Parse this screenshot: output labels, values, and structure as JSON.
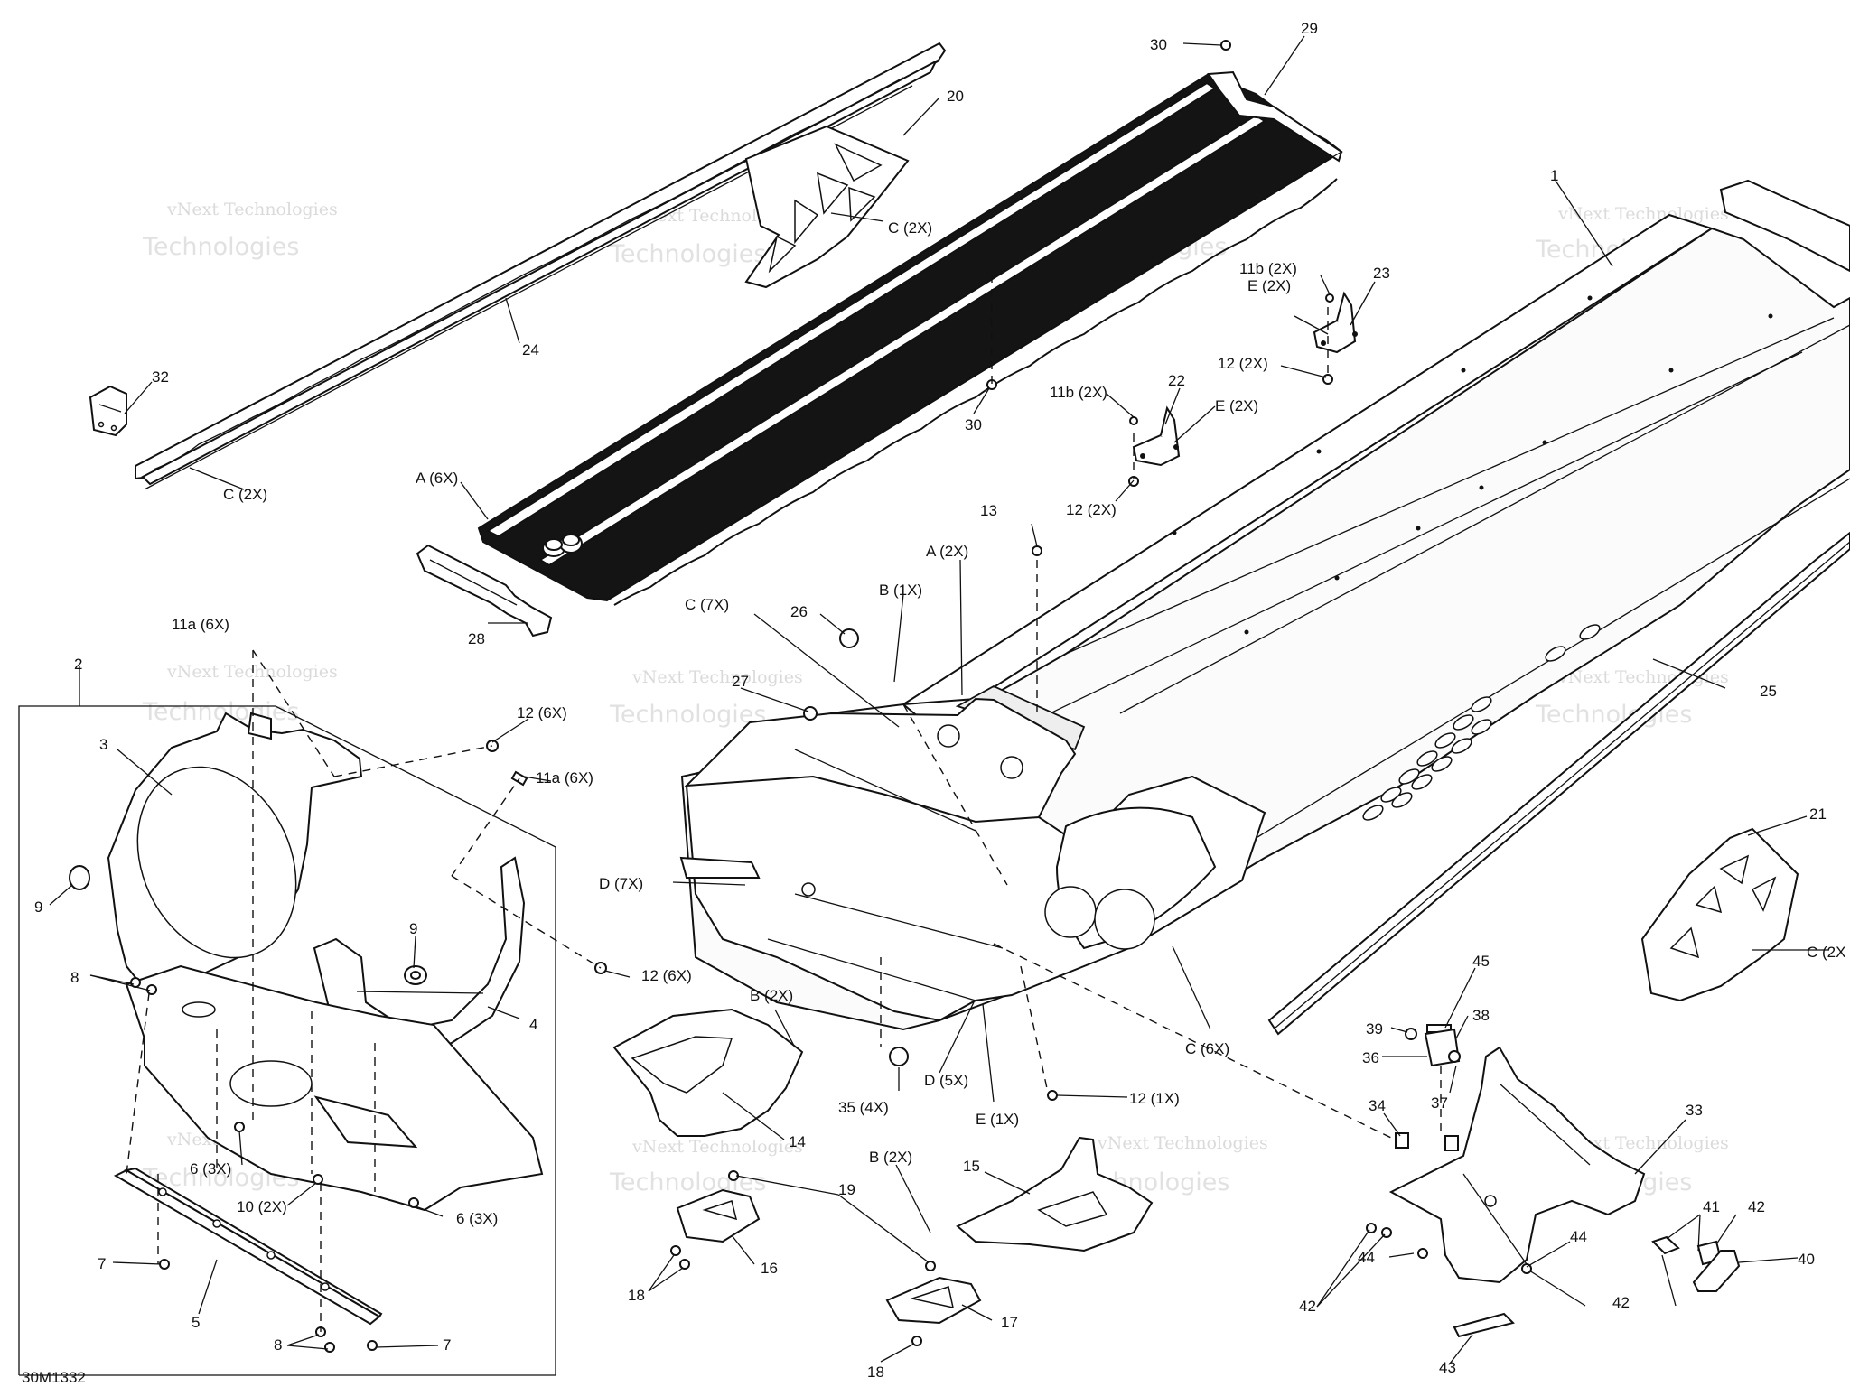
{
  "diagram_code": "30M1332",
  "watermark": {
    "line1": "vNext Technologies",
    "line2": "Technologies",
    "line3": "vNext"
  },
  "callouts": [
    {
      "id": "c30a",
      "text": "30"
    },
    {
      "id": "c29",
      "text": "29"
    },
    {
      "id": "c20",
      "text": "20"
    },
    {
      "id": "c20c",
      "text": "C (2X)"
    },
    {
      "id": "c1",
      "text": "1"
    },
    {
      "id": "c11b1",
      "text": "11b (2X)"
    },
    {
      "id": "c23",
      "text": "23"
    },
    {
      "id": "cE1",
      "text": "E (2X)"
    },
    {
      "id": "c12a",
      "text": "12 (2X)"
    },
    {
      "id": "c32",
      "text": "32"
    },
    {
      "id": "c24",
      "text": "24"
    },
    {
      "id": "c24c",
      "text": "C (2X)"
    },
    {
      "id": "c30b",
      "text": "30"
    },
    {
      "id": "c11b2",
      "text": "11b (2X)"
    },
    {
      "id": "c22",
      "text": "22"
    },
    {
      "id": "cE2",
      "text": "E (2X)"
    },
    {
      "id": "c12b",
      "text": "12 (2X)"
    },
    {
      "id": "cA6",
      "text": "A (6X)"
    },
    {
      "id": "c13",
      "text": "13"
    },
    {
      "id": "cA2",
      "text": "A (2X)"
    },
    {
      "id": "cB1",
      "text": "B (1X)"
    },
    {
      "id": "cC7",
      "text": "C (7X)"
    },
    {
      "id": "c26",
      "text": "26"
    },
    {
      "id": "c28",
      "text": "28"
    },
    {
      "id": "c11a1",
      "text": "11a (6X)"
    },
    {
      "id": "c2",
      "text": "2"
    },
    {
      "id": "c27",
      "text": "27"
    },
    {
      "id": "c25",
      "text": "25"
    },
    {
      "id": "c12c",
      "text": "12 (6X)"
    },
    {
      "id": "c3",
      "text": "3"
    },
    {
      "id": "c11a2",
      "text": "11a (6X)"
    },
    {
      "id": "c21",
      "text": "21"
    },
    {
      "id": "c9a",
      "text": "9"
    },
    {
      "id": "cD7",
      "text": "D (7X)"
    },
    {
      "id": "c9b",
      "text": "9"
    },
    {
      "id": "c21c",
      "text": "C (2X"
    },
    {
      "id": "c12d",
      "text": "12 (6X)"
    },
    {
      "id": "c8a",
      "text": "8"
    },
    {
      "id": "c4",
      "text": "4"
    },
    {
      "id": "cB2a",
      "text": "B (2X)"
    },
    {
      "id": "c45",
      "text": "45"
    },
    {
      "id": "c38",
      "text": "38"
    },
    {
      "id": "c39",
      "text": "39"
    },
    {
      "id": "cC6",
      "text": "C (6X)"
    },
    {
      "id": "c36",
      "text": "36"
    },
    {
      "id": "c35",
      "text": "35 (4X)"
    },
    {
      "id": "cD5",
      "text": "D (5X)"
    },
    {
      "id": "cE1x",
      "text": "E (1X)"
    },
    {
      "id": "c12e",
      "text": "12 (1X)"
    },
    {
      "id": "c37",
      "text": "37"
    },
    {
      "id": "c14",
      "text": "14"
    },
    {
      "id": "c34",
      "text": "34"
    },
    {
      "id": "c33",
      "text": "33"
    },
    {
      "id": "c6a",
      "text": "6 (3X)"
    },
    {
      "id": "cB2b",
      "text": "B (2X)"
    },
    {
      "id": "c15",
      "text": "15"
    },
    {
      "id": "c10",
      "text": "10 (2X)"
    },
    {
      "id": "c19",
      "text": "19"
    },
    {
      "id": "c6b",
      "text": "6 (3X)"
    },
    {
      "id": "c41",
      "text": "41"
    },
    {
      "id": "c42a",
      "text": "42"
    },
    {
      "id": "c7a",
      "text": "7"
    },
    {
      "id": "c16",
      "text": "16"
    },
    {
      "id": "c44a",
      "text": "44"
    },
    {
      "id": "c44b",
      "text": "44"
    },
    {
      "id": "c40",
      "text": "40"
    },
    {
      "id": "c18a",
      "text": "18"
    },
    {
      "id": "c42b",
      "text": "42"
    },
    {
      "id": "c42c",
      "text": "42"
    },
    {
      "id": "c5",
      "text": "5"
    },
    {
      "id": "c17",
      "text": "17"
    },
    {
      "id": "c8b",
      "text": "8"
    },
    {
      "id": "c7b",
      "text": "7"
    },
    {
      "id": "c18b",
      "text": "18"
    },
    {
      "id": "c43",
      "text": "43"
    }
  ]
}
